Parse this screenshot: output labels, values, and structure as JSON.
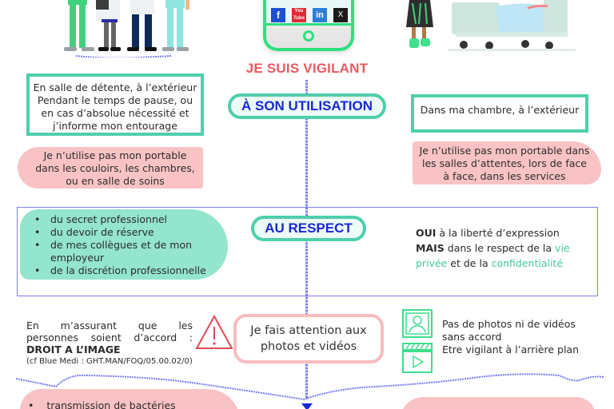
{
  "header": {
    "title": "JE SUIS VIGILANT",
    "phone_social_icons": [
      "facebook-icon",
      "youtube-icon",
      "linkedin-icon",
      "x-icon"
    ],
    "social_labels": {
      "facebook": "f",
      "youtube": "You Tube",
      "linkedin": "in",
      "x": "X"
    }
  },
  "section_usage": {
    "label": "À SON UTILISATION",
    "left_allowed": "En salle de détente, à l’extérieur Pendant le temps de pause, ou en cas d’absolue nécessité et j’informe mon  entourage",
    "left_forbidden": "Je n’utilise pas mon portable dans les couloirs, les chambres, ou en salle de soins",
    "right_allowed": "Dans ma chambre, à l’extérieur",
    "right_forbidden": "Je n’utilise pas mon portable dans les salles d’attentes, lors de face à face, dans les services"
  },
  "section_respect": {
    "label": "AU RESPECT",
    "items": [
      "du secret professionnel",
      "du devoir de réserve",
      "de mes collègues et de mon employeur",
      "de la discrétion professionnelle"
    ],
    "right": {
      "oui": "OUI",
      "line1": " à la liberté d’expression",
      "mais": "MAIS",
      "line2": " dans le respect de la ",
      "vie": "vie",
      "privee": "privée",
      "line3": " et de la ",
      "conf": "confidentialité"
    }
  },
  "section_photos": {
    "label": "Je fais attention aux photos et vidéos",
    "left_text": "En m’assurant que les personnes soient d’accord :",
    "left_bold": "DROIT A L’IMAGE",
    "left_ref": "(cf Blue Medi : GHT.MAN/FOQ/05.00.02/0)",
    "right_line1": "Pas de photos ni de vidéos sans accord",
    "right_line2": "Etre vigilant à l’arrière plan"
  },
  "section_bottom": {
    "left_first_item": "transmission de bactéries"
  },
  "colors": {
    "accent_red": "#e85a5f",
    "teal": "#4fcfab",
    "navy_text": "#1a26d6",
    "pink": "#f9c3c5",
    "frame_blue": "#7f7ff2",
    "phone_green": "#2ee07f"
  }
}
